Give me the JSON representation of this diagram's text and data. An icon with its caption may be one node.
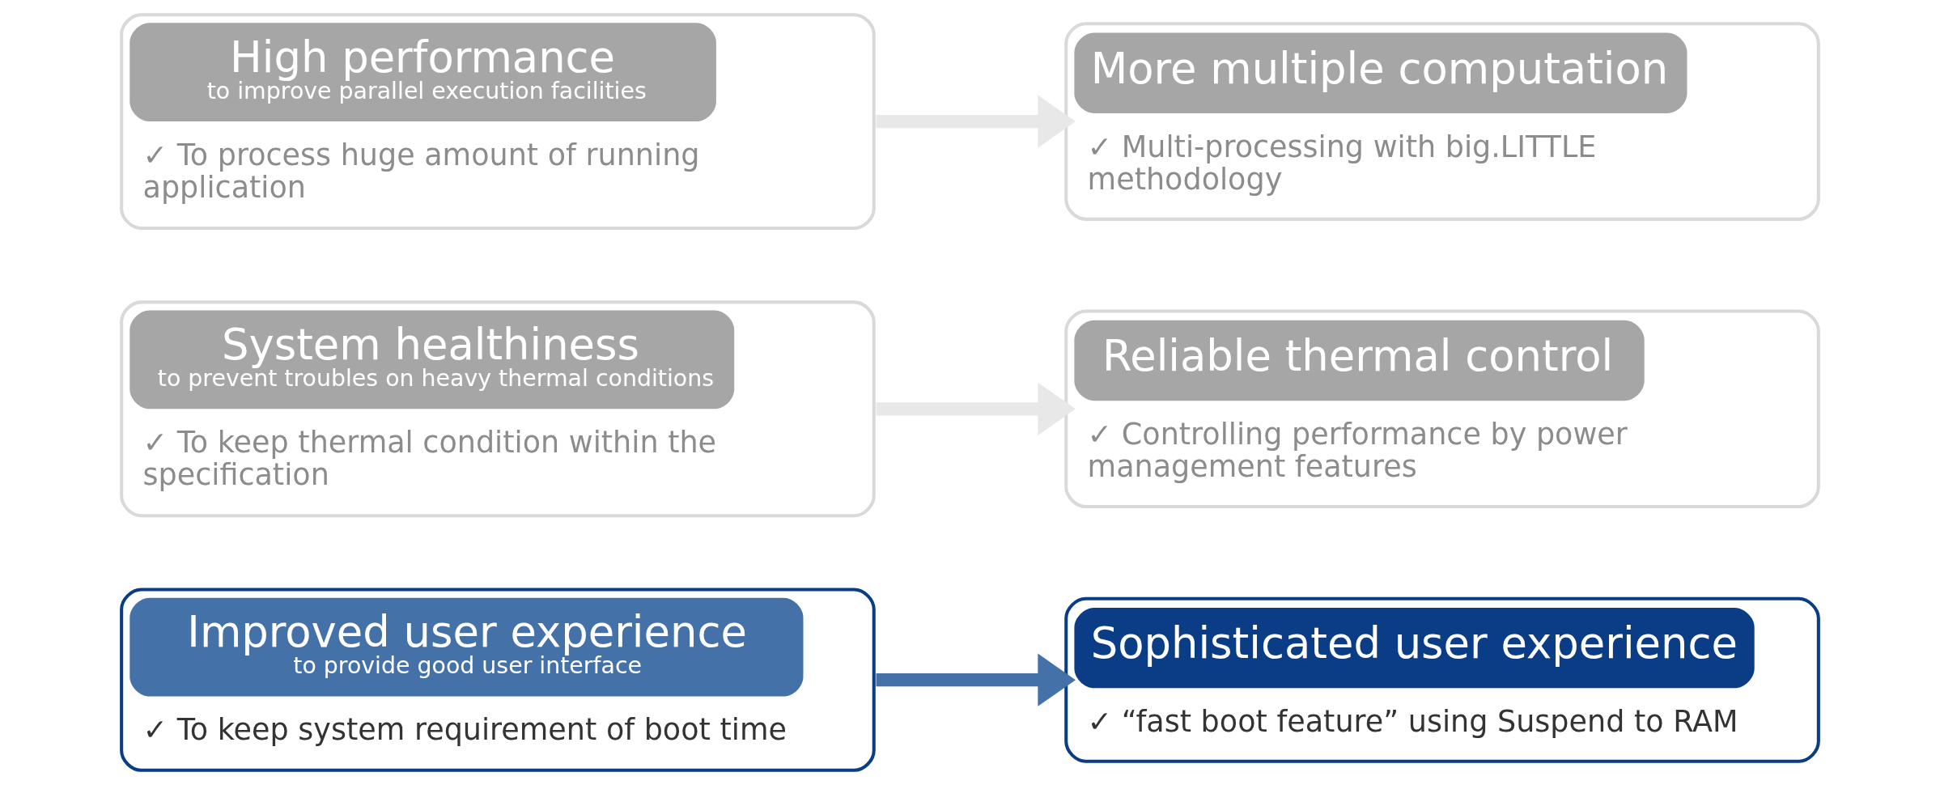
{
  "diagram": {
    "nodes": [
      {
        "text": [
          "High performance",
          "to improve parallel execution facilities",
          "✓ To process huge amount of running application"
        ]
      },
      {
        "text": [
          "More multiple computation",
          "✓ Multi-processing with big.LITTLE methodology"
        ]
      },
      {
        "text": [
          "System healthiness",
          "to prevent troubles on heavy thermal conditions",
          "✓ To keep thermal condition within the specification"
        ]
      },
      {
        "text": [
          "Reliable thermal control",
          "✓ Controlling performance by power management features"
        ]
      },
      {
        "text": [
          "Improved user experience",
          "to provide good user interface",
          "✓ To keep system requirement of boot time"
        ]
      },
      {
        "text": [
          "Sophisticated user experience",
          "✓ “fast boot feature” using Suspend to RAM"
        ]
      }
    ],
    "edges": [
      {
        "from": 0,
        "to": 1,
        "arrow": "to"
      },
      {
        "from": 2,
        "to": 3,
        "arrow": "to"
      },
      {
        "from": 4,
        "to": 5,
        "arrow": "to",
        "color": "#4472a8"
      }
    ]
  }
}
